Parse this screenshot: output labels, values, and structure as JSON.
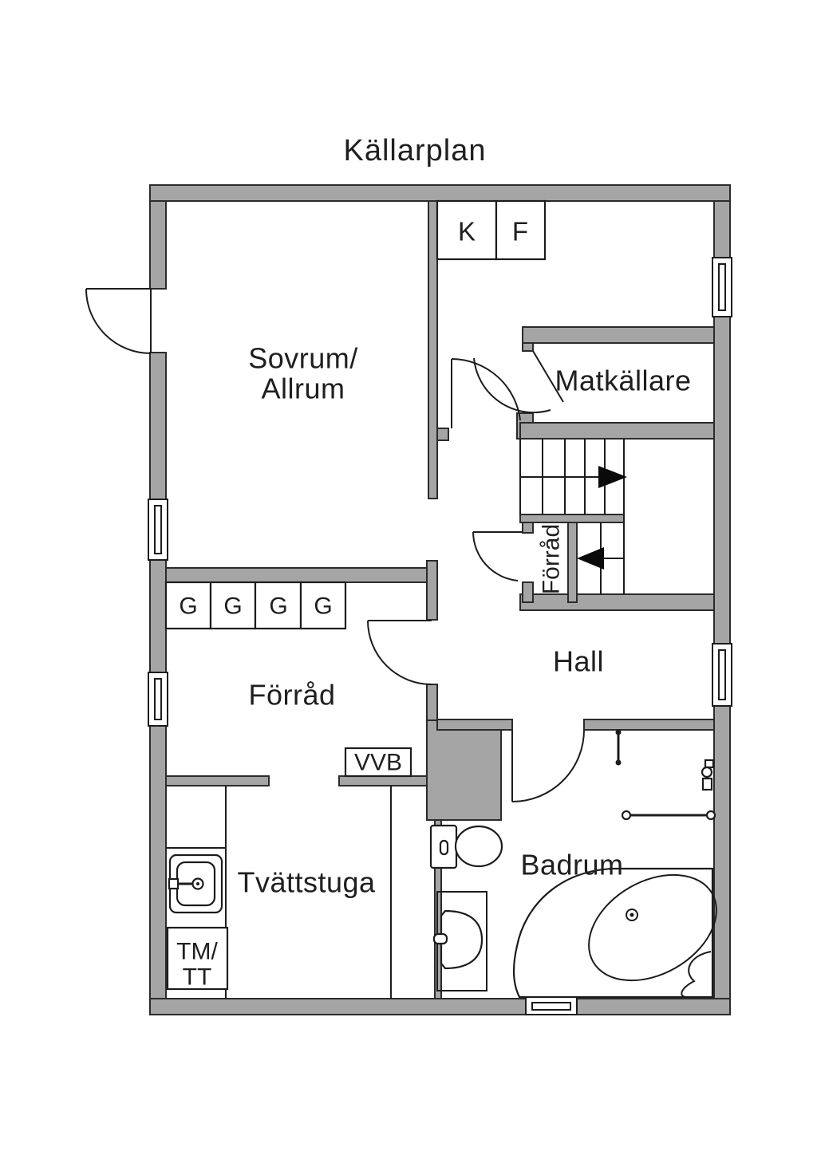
{
  "title": "Källarplan",
  "rooms": {
    "bedroom_line1": "Sovrum/",
    "bedroom_line2": "Allrum",
    "food_cellar": "Matkällare",
    "hall": "Hall",
    "storage": "Förråd",
    "storage_closet": "Förråd",
    "laundry": "Tvättstuga",
    "bathroom": "Badrum"
  },
  "labels": {
    "fridge": "K",
    "freezer": "F",
    "wardrobe": "G",
    "water_heater": "VVB",
    "washer": "TM/",
    "dryer": "TT"
  },
  "colors": {
    "background": "#ffffff",
    "wall_fill": "#a5a5a5",
    "line": "#1c1c1c",
    "text": "#1f1f1f"
  }
}
